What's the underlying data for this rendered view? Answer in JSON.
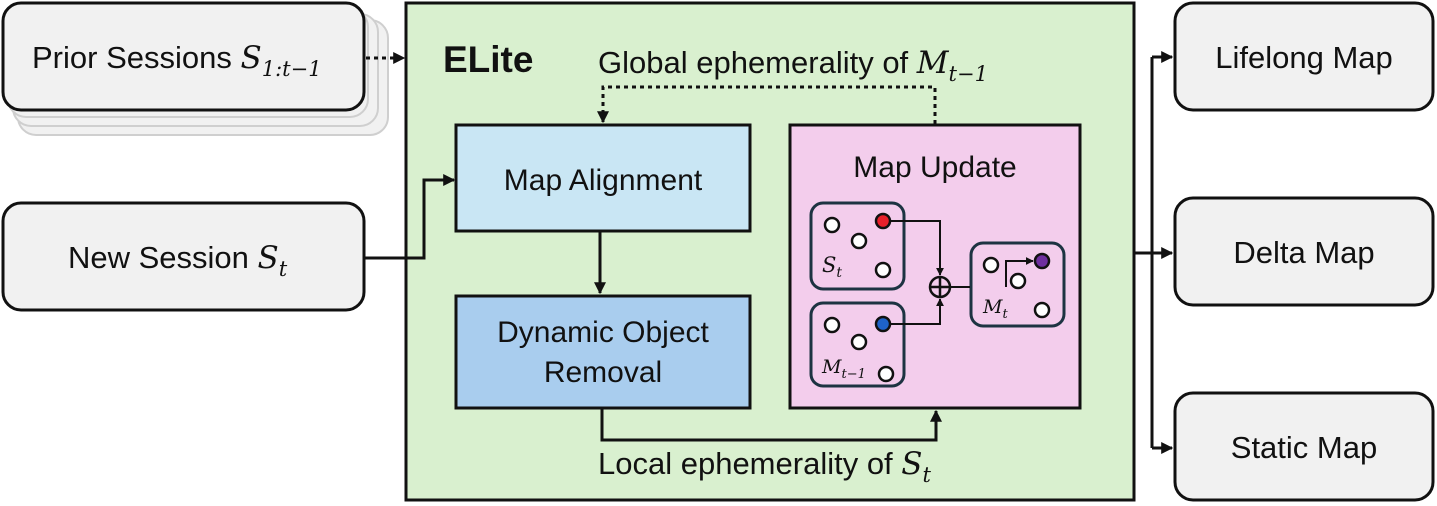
{
  "inputs": {
    "prior_sessions": {
      "text": "Prior Sessions ",
      "symbol": "S",
      "subscript": "1:t−1"
    },
    "new_session": {
      "text": "New Session ",
      "symbol": "S",
      "subscript": "t"
    }
  },
  "elite": {
    "title": "ELite",
    "global_label": {
      "text": "Global ephemerality of ",
      "symbol": "M",
      "subscript": "t−1"
    },
    "local_label": {
      "text": "Local ephemerality of ",
      "symbol": "S",
      "subscript": "t"
    },
    "map_alignment": "Map Alignment",
    "dynamic_removal_line1": "Dynamic Object",
    "dynamic_removal_line2": "Removal",
    "map_update": {
      "title": "Map Update",
      "session": {
        "symbol": "S",
        "subscript": "t"
      },
      "prev_map": {
        "symbol": "M",
        "subscript": "t−1"
      },
      "result_map": {
        "symbol": "M",
        "subscript": "t"
      },
      "combine_symbol": "⊕"
    }
  },
  "outputs": [
    "Lifelong Map",
    "Delta Map",
    "Static Map"
  ],
  "colors": {
    "elite_bg": "#d9f0cf",
    "map_alignment": "#c9e6f4",
    "dynamic_removal": "#a9cdee",
    "map_update": "#f3cdec",
    "io_box": "#f1f1f1",
    "point_red": "#e8202a",
    "point_blue": "#1e63c8",
    "point_purple": "#6f2f9f"
  }
}
